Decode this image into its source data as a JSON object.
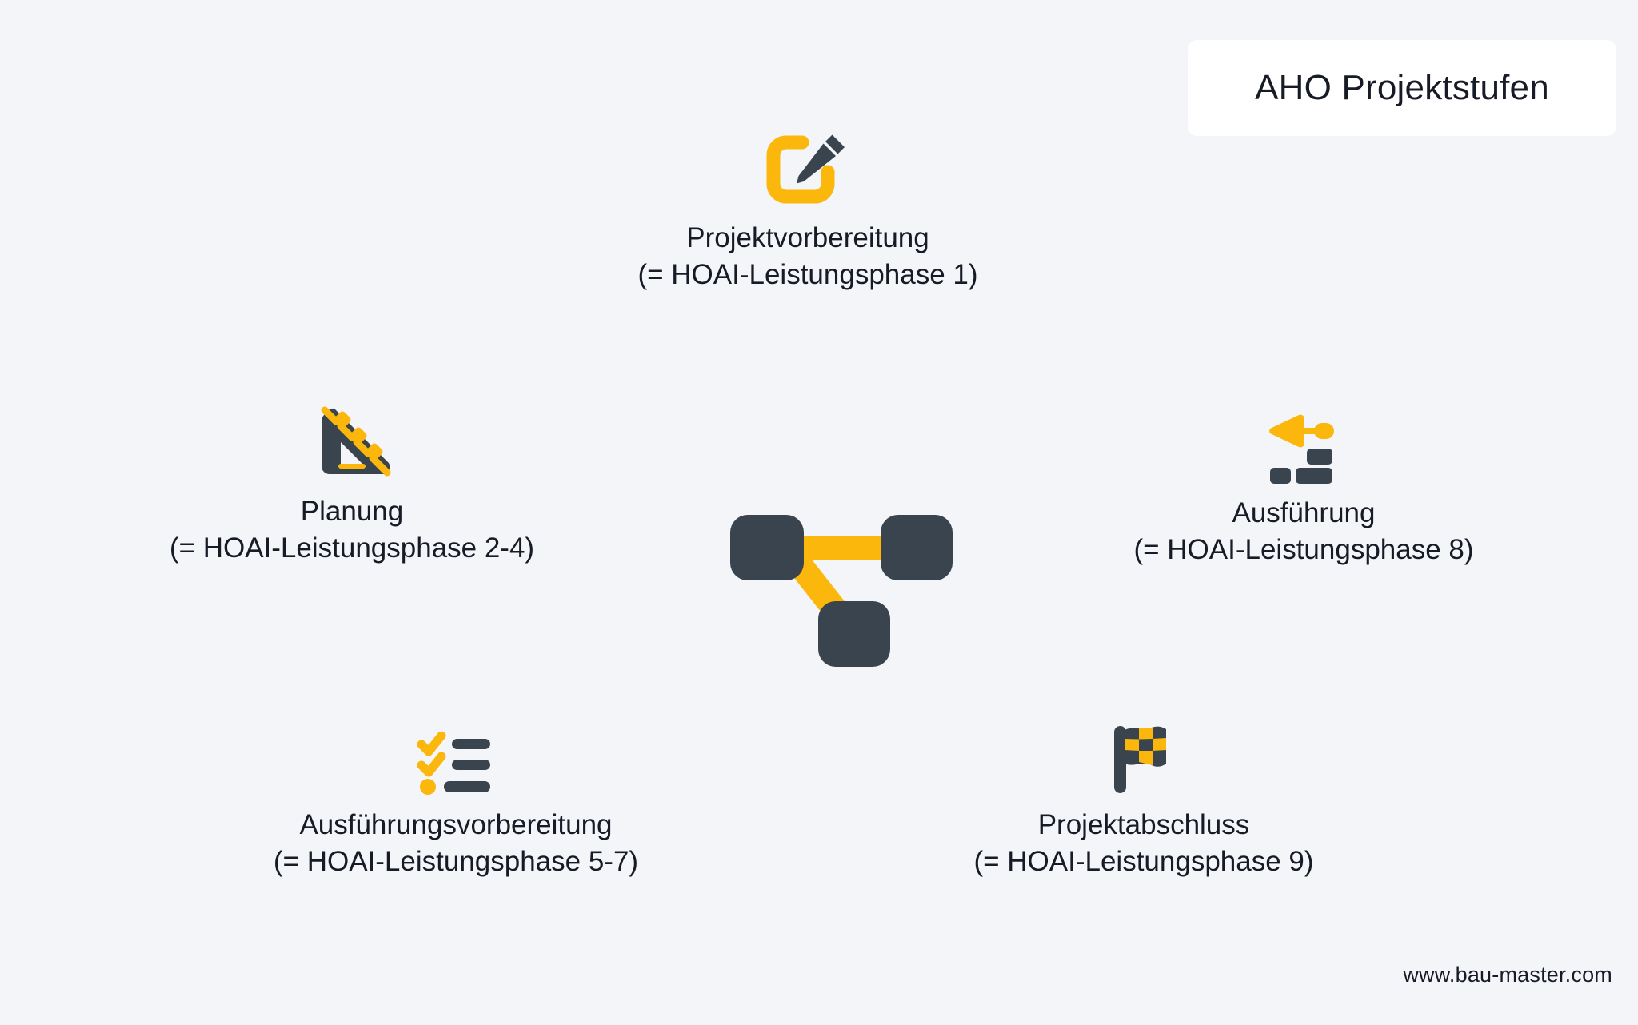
{
  "header": {
    "title": "AHO Projektstufen"
  },
  "diagram": {
    "center_icon": "network-nodes-icon",
    "nodes": [
      {
        "id": "projektvorbereitung",
        "icon": "edit-pencil-icon",
        "label": "Projektvorbereitung",
        "sublabel": "(= HOAI-Leistungsphase 1)"
      },
      {
        "id": "planung",
        "icon": "set-square-ruler-icon",
        "label": "Planung",
        "sublabel": "(= HOAI-Leistungsphase 2-4)"
      },
      {
        "id": "ausfuehrung",
        "icon": "trowel-bricks-icon",
        "label": "Ausführung",
        "sublabel": "(= HOAI-Leistungsphase 8)"
      },
      {
        "id": "ausfuehrungsvorbereitung",
        "icon": "checklist-icon",
        "label": "Ausführungsvorbereitung",
        "sublabel": "(= HOAI-Leistungsphase 5-7)"
      },
      {
        "id": "projektabschluss",
        "icon": "checkered-flag-icon",
        "label": "Projektabschluss",
        "sublabel": "(= HOAI-Leistungsphase 9)"
      }
    ]
  },
  "footer": {
    "url": "www.bau-master.com"
  },
  "colors": {
    "background": "#f4f5f9",
    "card": "#ffffff",
    "accent_yellow": "#fbb70c",
    "dark_slate": "#39444f",
    "text": "#161b26"
  }
}
